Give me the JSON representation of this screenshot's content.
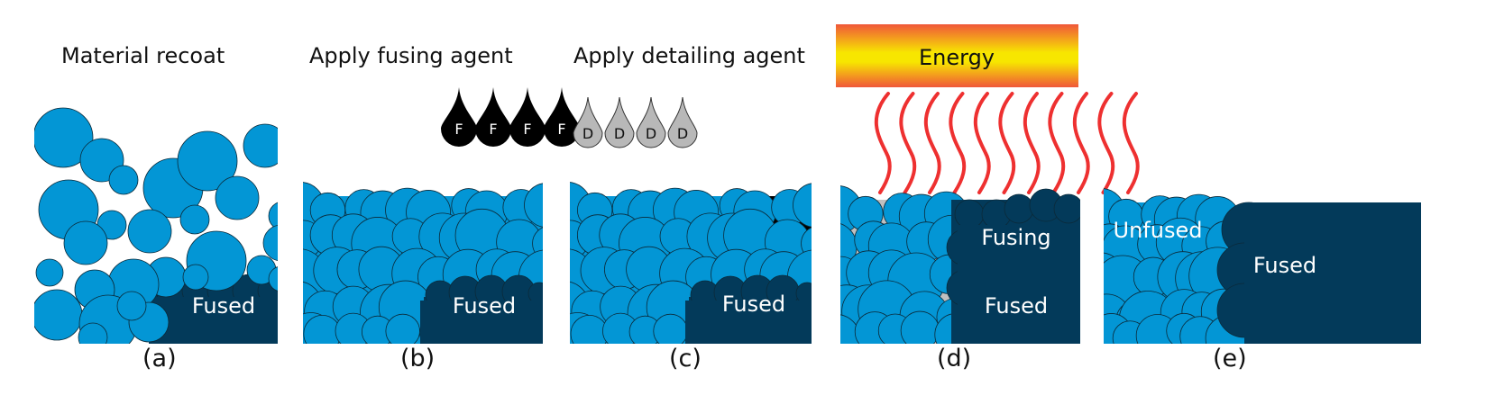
{
  "colors": {
    "powder": "#0396d5",
    "fused": "#033a5a",
    "fusing_agent": "#000000",
    "detailing_agent": "#b8b8b8",
    "heat": "#ee3030",
    "energy_top": "#f0573a",
    "energy_mid": "#f7e600",
    "gray_gap": "#c0c0c0"
  },
  "panels": [
    {
      "id": "a",
      "title": "Material recoat",
      "caption": "(a)",
      "labels": [
        "Fused"
      ]
    },
    {
      "id": "b",
      "title": "Apply fusing agent",
      "caption": "(b)",
      "labels": [
        "Fused"
      ],
      "drops": {
        "letter": "F",
        "count": 4
      }
    },
    {
      "id": "c",
      "title": "Apply detailing agent",
      "caption": "(c)",
      "labels": [
        "Fused"
      ],
      "drops": {
        "letter": "D",
        "count": 4
      }
    },
    {
      "id": "d",
      "title": "Energy",
      "caption": "(d)",
      "labels": [
        "Fusing",
        "Fused"
      ]
    },
    {
      "id": "e",
      "title": "",
      "caption": "(e)",
      "labels": [
        "Unfused",
        "Fused"
      ]
    }
  ]
}
